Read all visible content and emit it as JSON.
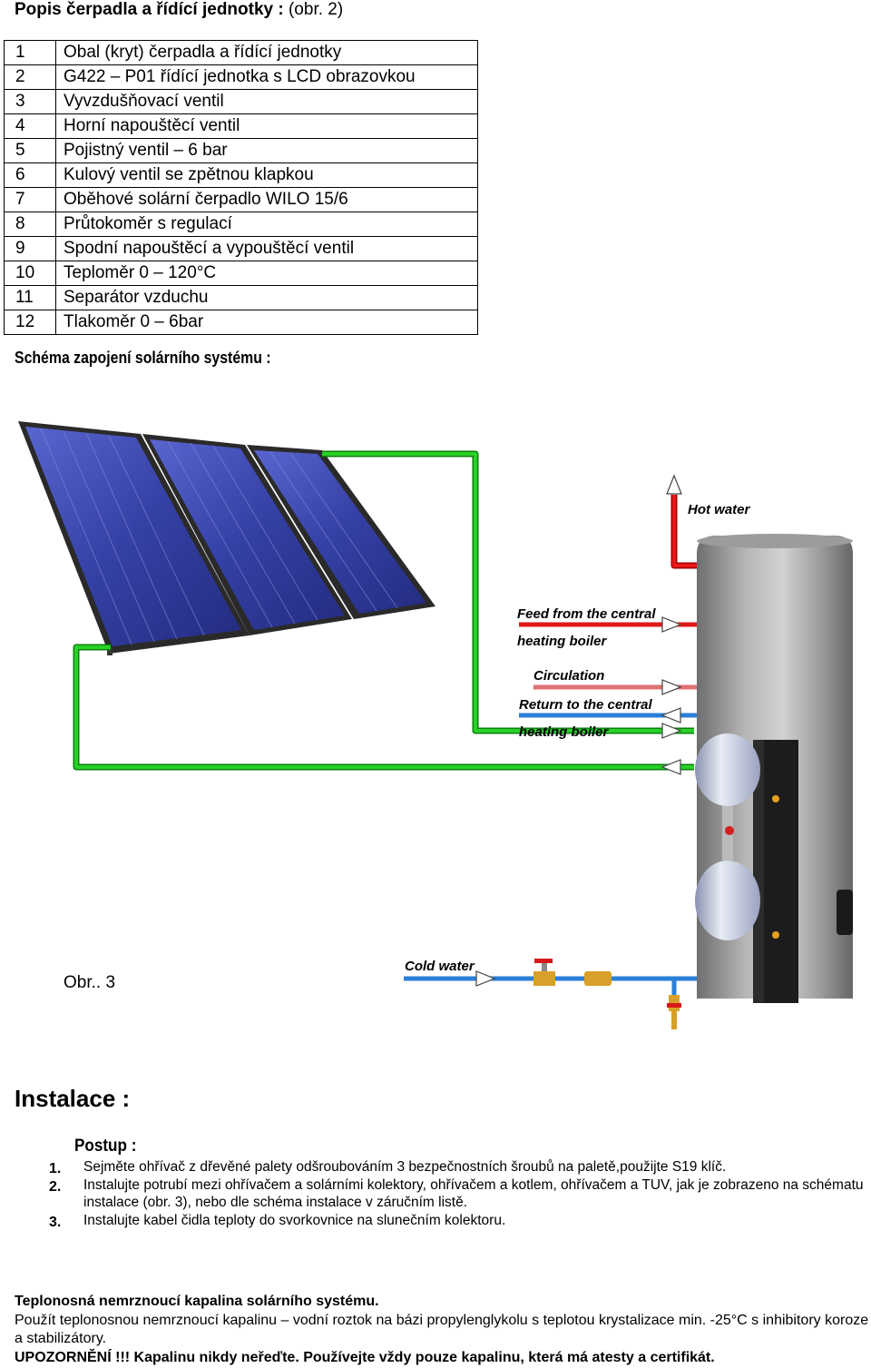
{
  "header": {
    "title_text": "Popis čerpadla a řídící jednotky : ",
    "title_ref": "(obr. 2)"
  },
  "parts": [
    {
      "num": "1",
      "desc": "Obal (kryt) čerpadla a řídící jednotky"
    },
    {
      "num": "2",
      "desc": "G422 – P01 řídící jednotka s LCD obrazovkou"
    },
    {
      "num": "3",
      "desc": "Vyvzdušňovací ventil"
    },
    {
      "num": "4",
      "desc": "Horní napouštěcí ventil"
    },
    {
      "num": "5",
      "desc": "Pojistný ventil – 6 bar"
    },
    {
      "num": "6",
      "desc": "Kulový ventil se zpětnou klapkou"
    },
    {
      "num": "7",
      "desc": "Oběhové solární čerpadlo WILO 15/6"
    },
    {
      "num": "8",
      "desc": "Průtokoměr s regulací"
    },
    {
      "num": "9",
      "desc": "Spodní napouštěcí a vypouštěcí ventil"
    },
    {
      "num": "10",
      "desc": "Teploměr 0 – 120°C"
    },
    {
      "num": "11",
      "desc": "Separátor vzduchu"
    },
    {
      "num": "12",
      "desc": "Tlakoměr 0 – 6bar"
    }
  ],
  "schema_heading": "Schéma zapojení solárního systému :",
  "diagram": {
    "hot_water": "Hot water",
    "feed_line1": "Feed from the central",
    "feed_line2": "heating boiler",
    "circulation": "Circulation",
    "return_line1": "Return to the central",
    "return_line2": "heating boiler",
    "cold_water": "Cold water",
    "figure_label": "Obr.. 3",
    "colors": {
      "solar_pipe": "#1ec41e",
      "hot_pipe": "#e01010",
      "circulation_pipe": "#e06a6a",
      "cold_pipe": "#2a7fd8",
      "panel": "#3a44a8",
      "tank": "#8a8a8a"
    }
  },
  "install": {
    "heading": "Instalace :",
    "subheading": "Postup :",
    "steps": [
      {
        "num": "1.",
        "text": "Sejměte ohřívač z dřevěné palety odšroubováním 3 bezpečnostních šroubů na paletě,použijte S19 klíč."
      },
      {
        "num": "2.",
        "text": "Instalujte potrubí mezi ohřívačem a solárními kolektory, ohřívačem a kotlem, ohřívačem a TUV, jak je zobrazeno na schématu instalace (obr. 3), nebo dle schéma instalace v záručním listě."
      },
      {
        "num": "3.",
        "text": "Instalujte kabel čidla teploty do svorkovnice na slunečním kolektoru."
      }
    ]
  },
  "fluid": {
    "heading": "Teplonosná nemrznoucí kapalina solárního systému.",
    "text": "Použít teplonosnou nemrznoucí kapalinu – vodní roztok na bázi propylenglykolu s teplotou krystalizace min. -25°C s inhibitory koroze a stabilizátory.",
    "warning": "UPOZORNĚNÍ !!! Kapalinu nikdy neřeďte. Používejte vždy pouze kapalinu, která má atesty a certifikát."
  }
}
